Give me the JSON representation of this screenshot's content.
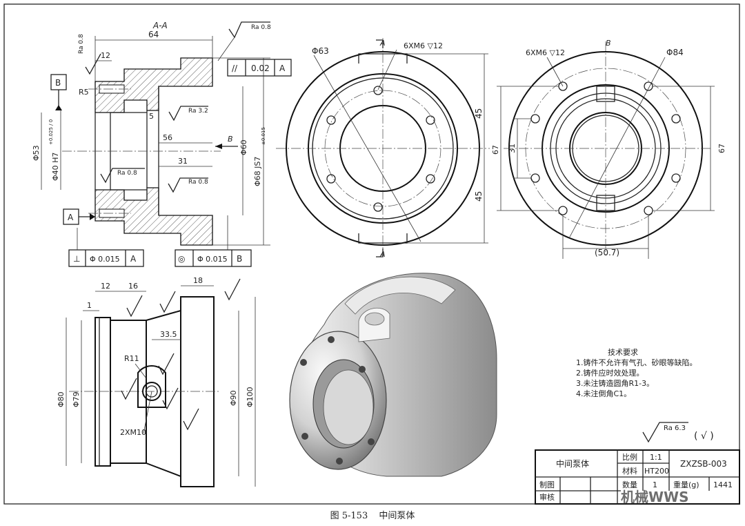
{
  "caption": {
    "figure_no": "图 5-153",
    "title": "中间泵体"
  },
  "section_view": {
    "label": "A-A",
    "dims": {
      "length_total": "64",
      "flange": "12",
      "fillet": "R5",
      "depth_5": "5",
      "depth_56": "56",
      "len_31": "31",
      "d53": "Φ53",
      "d40": "Φ40 H7",
      "d40_tol": "+0.025 / 0",
      "d60": "Φ60",
      "d68": "Φ68 JS7",
      "d68_tol": "±0.015"
    },
    "roughness": {
      "r1": "Ra 0.8",
      "r2": "Ra 0.8",
      "r3": "Ra 3.2",
      "r4": "Ra 0.8",
      "r5": "Ra 0.8"
    },
    "datum_b": "B",
    "datum_a": "A",
    "arrow_b": "B",
    "tol_parallel": {
      "symbol": "//",
      "value": "0.02",
      "datum": "A"
    },
    "tol_perp": {
      "symbol": "⊥",
      "value": "Φ 0.015",
      "datum": "A"
    },
    "tol_concentric": {
      "symbol": "◎",
      "value": "Φ 0.015",
      "datum": "B"
    }
  },
  "front_view": {
    "d63": "Φ63",
    "holes": "6XM6 ▽12",
    "dim45a": "45",
    "dim45b": "45",
    "cut_a_top": "A",
    "cut_a_bottom": "A"
  },
  "view_b": {
    "label": "B",
    "holes": "6XM6 ▽12",
    "d84": "Φ84",
    "dim67a": "67",
    "dim31": "31",
    "dim67b": "67",
    "dim50": "(50.7)"
  },
  "side_view": {
    "dims": {
      "w12": "12",
      "w16": "16",
      "w18": "18",
      "w1": "1",
      "w335": "33.5",
      "r11": "R11",
      "d80": "Φ80",
      "d79": "Φ79",
      "d90": "Φ90",
      "d100": "Φ100",
      "thread": "2XM10"
    }
  },
  "tech_notes": {
    "title": "技术要求",
    "items": [
      "1.铸件不允许有气孔、砂眼等缺陷。",
      "2.铸件应时效处理。",
      "3.未注铸造圆角R1-3。",
      "4.未注倒角C1。"
    ]
  },
  "general_roughness": {
    "value": "Ra 6.3",
    "other": "( √ )"
  },
  "title_block": {
    "part_name": "中间泵体",
    "scale_label": "比例",
    "scale_value": "1:1",
    "drawing_no": "ZXZSB-003",
    "material_label": "材料",
    "material_value": "HT200",
    "drawn_label": "制图",
    "checked_label": "审核",
    "qty_label": "数量",
    "qty_value": "1",
    "weight_label": "重量(g)",
    "weight_value": "1441"
  },
  "watermark": "机械WWS"
}
